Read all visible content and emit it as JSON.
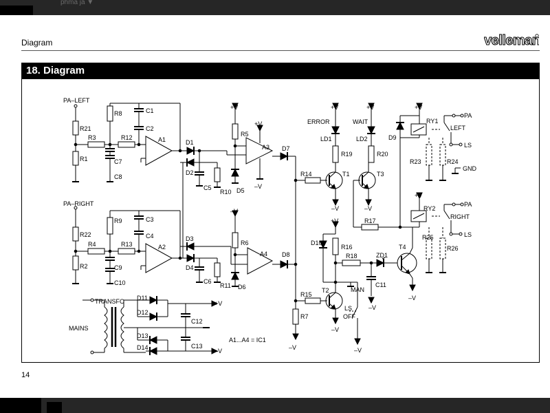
{
  "header": {
    "ghost_text": "phma ja ▼",
    "section": "Diagram",
    "logo": "velleman"
  },
  "title_bar": {
    "title": "18. Diagram"
  },
  "page_number": "14",
  "labels": {
    "pa_left": "PA–LEFT",
    "pa_right": "PA–RIGHT",
    "r21": "R21",
    "r1": "R1",
    "r3": "R3",
    "r12": "R12",
    "r8": "R8",
    "c1": "C1",
    "c2": "C2",
    "c7": "C7",
    "c8": "C8",
    "a1": "A1",
    "r22": "R22",
    "r2": "R2",
    "r4": "R4",
    "r13": "R13",
    "r9": "R9",
    "c3": "C3",
    "c4": "C4",
    "c9": "C9",
    "c10": "C10",
    "a2": "A2",
    "d1": "D1",
    "d2": "D2",
    "d3": "D3",
    "d4": "D4",
    "c5": "C5",
    "c6": "C6",
    "r10": "R10",
    "r11": "R11",
    "r5": "R5",
    "d5": "D5",
    "r6": "R6",
    "d6": "D6",
    "a3": "A3",
    "a4": "A4",
    "d7": "D7",
    "d8": "D8",
    "pv": "+V",
    "nv": "–V",
    "mv": "–V",
    "error": "ERROR",
    "wait": "WAIT",
    "ld1": "LD1",
    "ld2": "LD2",
    "r19": "R19",
    "r20": "R20",
    "t1": "T1",
    "t3": "T3",
    "r14": "R14",
    "d9": "D9",
    "ry1": "RY1",
    "pa": "PA",
    "left": "LEFT",
    "ls": "LS",
    "r23": "R23",
    "r24": "R24",
    "gnd": "GND",
    "ry2": "RY2",
    "right": "RIGHT",
    "r25": "R25",
    "r26": "R26",
    "r17": "R17",
    "d10": "D10",
    "r16": "R16",
    "r18": "R18",
    "zd1": "ZD1",
    "t4": "T4",
    "c11": "C11",
    "man": "MAN",
    "ls_sw": "LS",
    "off": "OFF",
    "r15": "R15",
    "t2": "T2",
    "r7": "R7",
    "transfo": "TRANSFO",
    "mains": "MAINS",
    "d11": "D11",
    "d12": "D12",
    "d13": "D13",
    "d14": "D14",
    "c12": "C12",
    "c13": "C13",
    "ic": "A1...A4 = IC1"
  }
}
